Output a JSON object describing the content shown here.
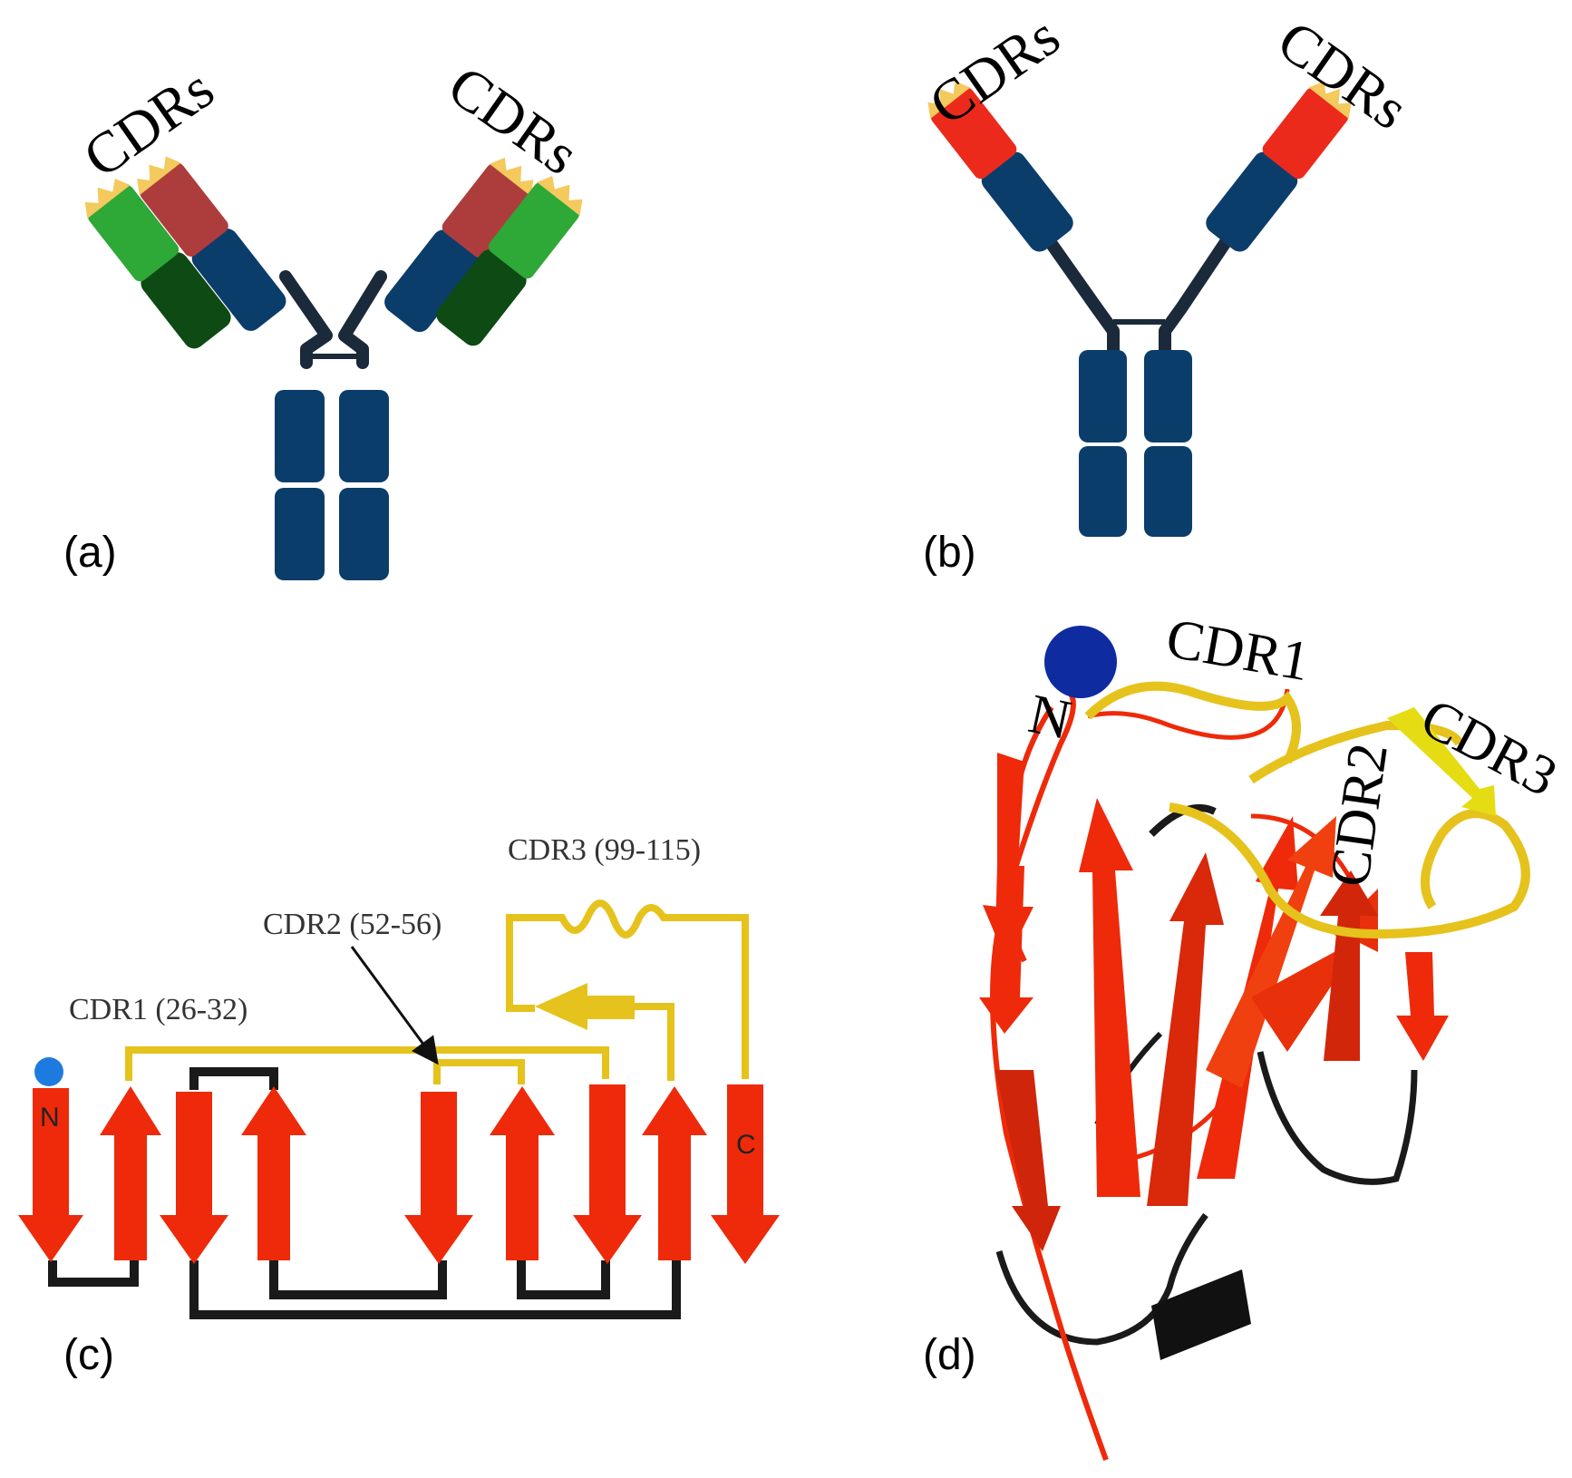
{
  "panels": {
    "a": {
      "letter": "(a)",
      "cdr_left": "CDRs",
      "cdr_right": "CDRs"
    },
    "b": {
      "letter": "(b)",
      "cdr_left": "CDRs",
      "cdr_right": "CDRs"
    },
    "c": {
      "letter": "(c)",
      "cdr1": "CDR1 (26-32)",
      "cdr2": "CDR2 (52-56)",
      "cdr3": "CDR3 (99-115)",
      "n_term": "N",
      "c_term": "C"
    },
    "d": {
      "letter": "(d)",
      "n_term": "N",
      "cdr1": "CDR1",
      "cdr2": "CDR2",
      "cdr3": "CDR3"
    }
  },
  "colors": {
    "constant_domain": "#0b3d6b",
    "linker": "#1a2a3a",
    "light_variable": "#2ea836",
    "light_constant": "#0d4a14",
    "heavy_variable_a": "#ad3d3d",
    "heavy_variable_b": "#ec2a1c",
    "cdr_tip": "#f4c95d",
    "strand": "#ee2a0a",
    "cdr_loop": "#e6c21c",
    "loop_black": "#1a1a1a",
    "n_ball": "#0e2ba0",
    "n_dot": "#1d7be0"
  },
  "icons": [
    "igg-antibody-icon",
    "heavy-chain-antibody-icon",
    "topology-diagram",
    "ribbon-structure"
  ]
}
